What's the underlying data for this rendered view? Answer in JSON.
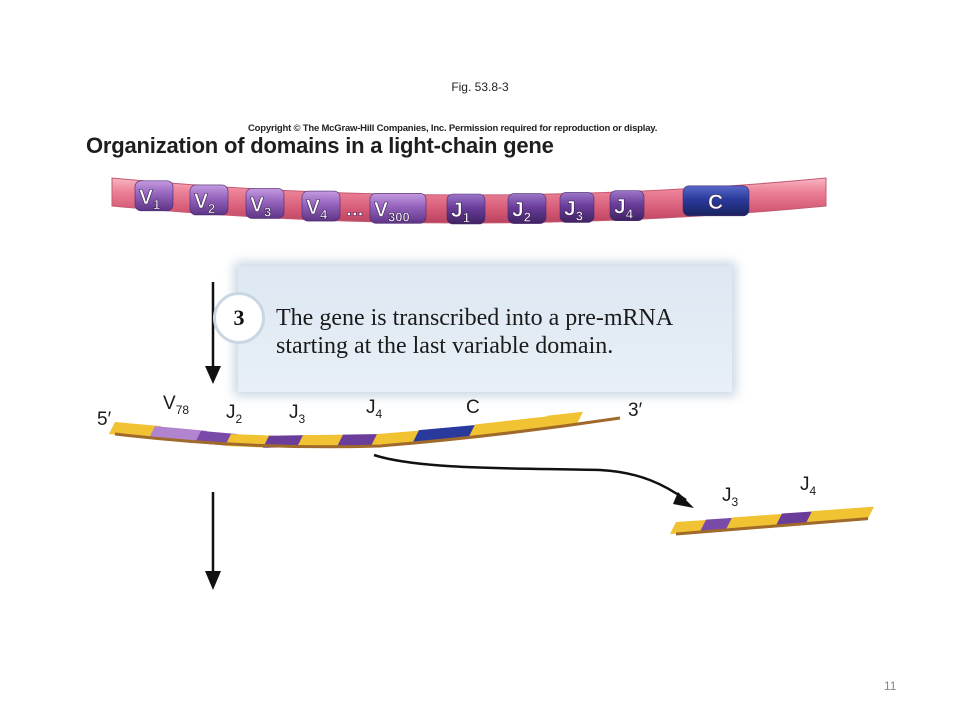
{
  "figure_label": "Fig. 53.8-3",
  "copyright": "Copyright © The McGraw-Hill Companies, Inc. Permission required for reproduction or display.",
  "heading": "Organization of domains in a light-chain gene",
  "gene_segments": [
    {
      "label": "V",
      "sub": "1"
    },
    {
      "label": "V",
      "sub": "2"
    },
    {
      "label": "V",
      "sub": "3"
    },
    {
      "label": "V",
      "sub": "4"
    },
    {
      "label": "...",
      "sub": ""
    },
    {
      "label": "V",
      "sub": "300"
    },
    {
      "label": "J",
      "sub": "1"
    },
    {
      "label": "J",
      "sub": "2"
    },
    {
      "label": "J",
      "sub": "3"
    },
    {
      "label": "J",
      "sub": "4"
    },
    {
      "label": "C",
      "sub": ""
    }
  ],
  "step": {
    "number": "3",
    "text": "The gene is transcribed into a pre-mRNA starting at the last variable domain."
  },
  "pre_mrna": {
    "five_prime": "5′",
    "three_prime": "3′",
    "labels": [
      {
        "label": "V",
        "sub": "78"
      },
      {
        "label": "J",
        "sub": "2"
      },
      {
        "label": "J",
        "sub": "3"
      },
      {
        "label": "J",
        "sub": "4"
      },
      {
        "label": "C",
        "sub": ""
      }
    ]
  },
  "excised": {
    "labels": [
      {
        "label": "J",
        "sub": "3"
      },
      {
        "label": "J",
        "sub": "4"
      }
    ]
  },
  "colors": {
    "chromosome_pink": "#e8708a",
    "variable_purple": "#8a5bb0",
    "joining_purple": "#6a3d9a",
    "constant_blue": "#2a3a9c",
    "rna_yellow": "#f1c232",
    "rna_brown": "#a06a2a"
  },
  "page_number": "11"
}
